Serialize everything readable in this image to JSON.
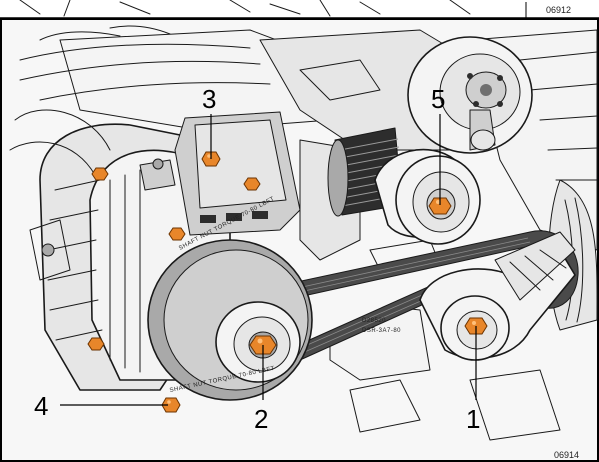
{
  "figure": {
    "top_strip_id": "06912",
    "figure_id": "06914"
  },
  "callouts": [
    {
      "label": "1"
    },
    {
      "label": "2"
    },
    {
      "label": "3"
    },
    {
      "label": "4"
    },
    {
      "label": "5"
    }
  ],
  "belt_labels": {
    "pulley_text_1": "SHAFT NUT TORQUE 70-80 LBFT",
    "pulley_text_2": "SHAFT NUT TORQUE 70-80 LBFT",
    "tensioner_text_1": "D28520",
    "tensioner_text_2": "DSR-3A7-80"
  },
  "colors": {
    "bolt": "#e8862a",
    "line": "#1a1a1a",
    "frame": "#000000"
  }
}
